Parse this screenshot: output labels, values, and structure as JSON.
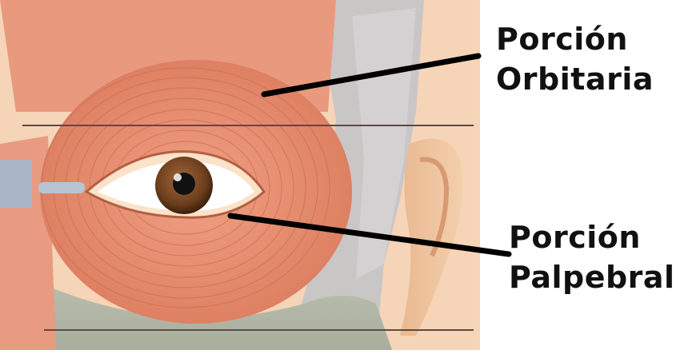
{
  "labels": {
    "orbital": {
      "line1": "Porción",
      "line2": "Orbitaria"
    },
    "palpebral": {
      "line1": "Porción",
      "line2": "Palpebral"
    }
  }
}
